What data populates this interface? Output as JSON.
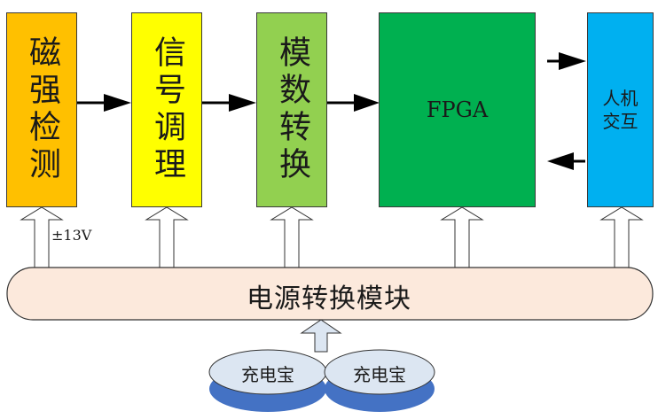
{
  "diagram": {
    "blocks": [
      {
        "id": "magnetic-detection",
        "label": "磁强检测",
        "color": "#FFC000"
      },
      {
        "id": "signal-conditioning",
        "label": "信号调理",
        "color": "#FFFF00"
      },
      {
        "id": "adc",
        "label": "模数转换",
        "color": "#92D050"
      },
      {
        "id": "fpga",
        "label": "FPGA",
        "color": "#00B050"
      },
      {
        "id": "hci",
        "label": "人机交互",
        "label_lines": [
          "人机",
          "交互"
        ],
        "color": "#00B0F0"
      }
    ],
    "power_module": {
      "label": "电源转换模块",
      "color": "#FCE9DC"
    },
    "voltage_label": "±13V",
    "batteries": [
      {
        "label": "充电宝",
        "top_color": "#DCE6F2",
        "base_color": "#4472C4"
      },
      {
        "label": "充电宝",
        "top_color": "#DCE6F2",
        "base_color": "#4472C4"
      }
    ],
    "connections": [
      {
        "from": "magnetic-detection",
        "to": "signal-conditioning"
      },
      {
        "from": "signal-conditioning",
        "to": "adc"
      },
      {
        "from": "adc",
        "to": "fpga"
      },
      {
        "from": "fpga",
        "to": "hci"
      },
      {
        "from": "hci",
        "to": "fpga"
      }
    ]
  }
}
